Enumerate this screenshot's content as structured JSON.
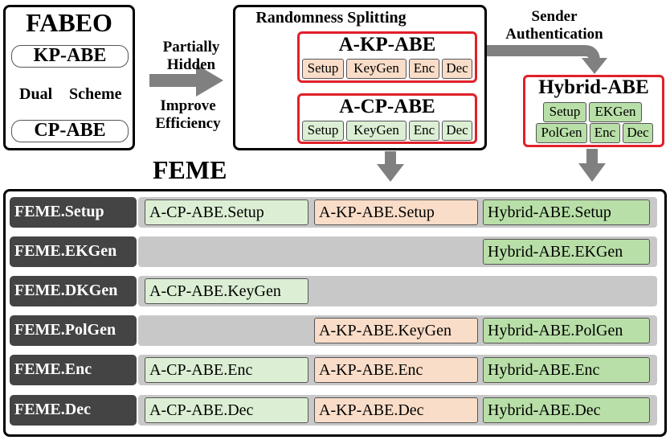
{
  "fabeo": {
    "title": "FABEO",
    "kp": "KP-ABE",
    "cp": "CP-ABE",
    "dual": "Dual",
    "scheme": "Scheme"
  },
  "arrow_labels": {
    "partially_hidden": [
      "Partially",
      "Hidden"
    ],
    "improve_efficiency": [
      "Improve",
      "Efficiency"
    ],
    "sender_auth": [
      "Sender",
      "Authentication"
    ]
  },
  "split": {
    "title": "Randomness Splitting",
    "akp": {
      "title": "A-KP-ABE",
      "items": [
        "Setup",
        "KeyGen",
        "Enc",
        "Dec"
      ]
    },
    "acp": {
      "title": "A-CP-ABE",
      "items": [
        "Setup",
        "KeyGen",
        "Enc",
        "Dec"
      ]
    }
  },
  "hybrid": {
    "title": "Hybrid-ABE",
    "row1": [
      "Setup",
      "EKGen"
    ],
    "row2": [
      "PolGen",
      "Enc",
      "Dec"
    ]
  },
  "feme": {
    "title": "FEME",
    "rows": [
      {
        "label": "FEME.Setup",
        "cp": "A-CP-ABE.Setup",
        "kp": "A-KP-ABE.Setup",
        "hy": "Hybrid-ABE.Setup"
      },
      {
        "label": "FEME.EKGen",
        "cp": "",
        "kp": "",
        "hy": "Hybrid-ABE.EKGen"
      },
      {
        "label": "FEME.DKGen",
        "cp": "A-CP-ABE.KeyGen",
        "kp": "",
        "hy": ""
      },
      {
        "label": "FEME.PolGen",
        "cp": "",
        "kp": "A-KP-ABE.KeyGen",
        "hy": "Hybrid-ABE.PolGen"
      },
      {
        "label": "FEME.Enc",
        "cp": "A-CP-ABE.Enc",
        "kp": "A-KP-ABE.Enc",
        "hy": "Hybrid-ABE.Enc"
      },
      {
        "label": "FEME.Dec",
        "cp": "A-CP-ABE.Dec",
        "kp": "A-KP-ABE.Dec",
        "hy": "Hybrid-ABE.Dec"
      }
    ]
  },
  "colors": {
    "red_border": "#e0202a",
    "peach": "#f9ddc8",
    "light_green": "#dcefd4",
    "mid_green": "#b9dfa8",
    "dark_label": "#444444",
    "row_gray": "#c8c8c8",
    "arrow_gray": "#808080"
  }
}
